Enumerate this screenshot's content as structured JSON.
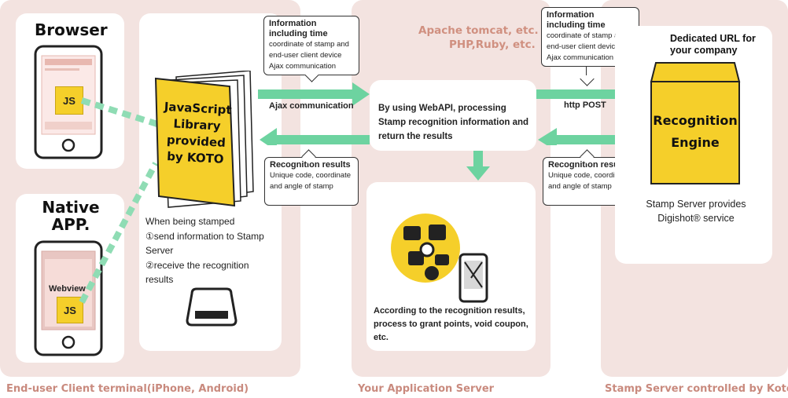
{
  "zones": {
    "client_label": "End-user Client terminal(iPhone, Android)",
    "app_label": "Your Application Server",
    "stamp_label": "Stamp Server controlled by Koto"
  },
  "client": {
    "browser_title": "Browser",
    "native_title": "Native APP.",
    "js_label": "JS",
    "webview_label": "Webview"
  },
  "library": {
    "title": "JavaScript Library provided by KOTO",
    "stamped_heading": "When being stamped",
    "step1": "①send information to Stamp Server",
    "step2": "②receive the recognition results"
  },
  "app_server": {
    "tech1": "Apache tomcat, etc.",
    "tech2": "PHP,Ruby, etc.",
    "webapi_text": "By using WebAPI, processing Stamp recognition information and return the results",
    "result_text": "According to the recognition results, process to grant points, void coupon, etc."
  },
  "callout_info_left": {
    "heading": "Information including time",
    "line1": "coordinate of stamp and",
    "line2": "end-user client device",
    "line3": "Ajax communication"
  },
  "callout_info_right": {
    "heading": "Information including time",
    "line1": "coordinate of stamp and",
    "line2": "end-user client device",
    "line3": "Ajax communication"
  },
  "callout_result_left": {
    "heading": "Recognition results",
    "line1": "Unique code, coordinate",
    "line2": "and angle of stamp"
  },
  "callout_result_right": {
    "heading": "Recognition results",
    "line1": "Unique code, coordinate",
    "line2": "and angle of stamp"
  },
  "arrows": {
    "ajax_label": "Ajax communication",
    "http_label": "http POST"
  },
  "stamp_server": {
    "dedicated_url": "Dedicated URL for your company",
    "engine_label": "Recognition Engine",
    "provides_line1": "Stamp Server provides",
    "provides_line2": "Digishot® service"
  },
  "colors": {
    "zone_bg": "#f3e3e0",
    "arrow_green": "#6dd3a0",
    "yellow": "#f5cf2a",
    "label_pink": "#c98a7e",
    "post_bar": "#8a3a34"
  }
}
